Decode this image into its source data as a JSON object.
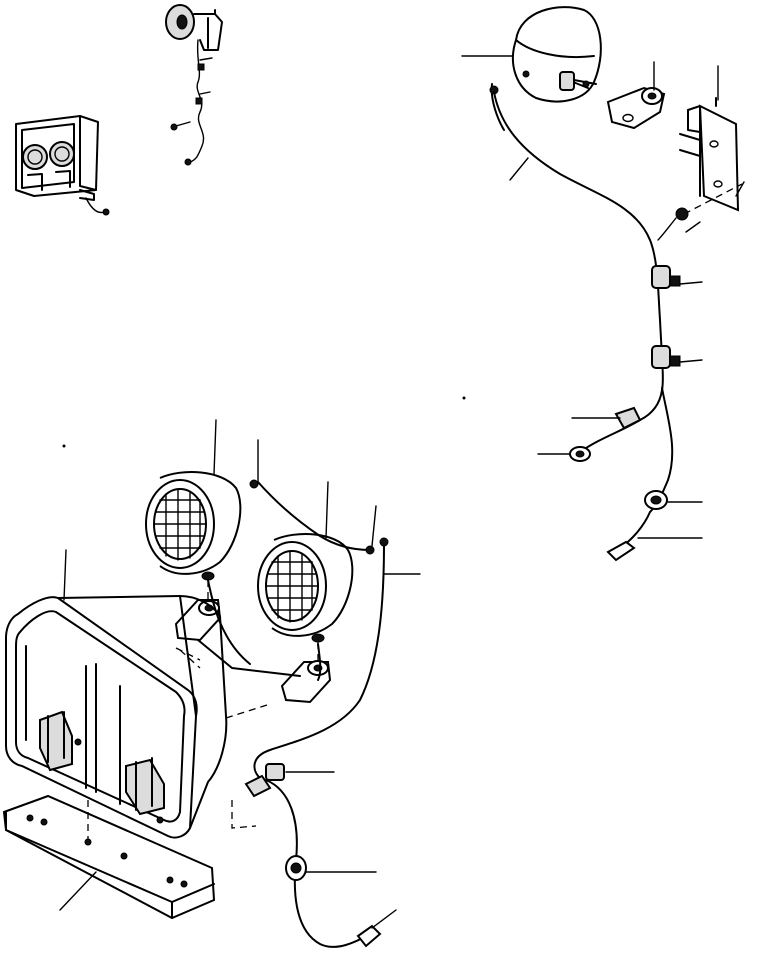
{
  "diagram": {
    "kind": "exploded-parts-view",
    "labels": [],
    "components": [
      "small-horn",
      "small-dual-lamp-housing",
      "upper-work-lamp",
      "lamp-mounting-bracket",
      "mounting-plate",
      "upper-wire-harness",
      "front-work-lamp-left",
      "front-work-lamp-right",
      "lamp-guard-frame",
      "guard-base-plate",
      "lower-wire-harness"
    ],
    "callout_style": "leader-lines-without-numbers"
  }
}
